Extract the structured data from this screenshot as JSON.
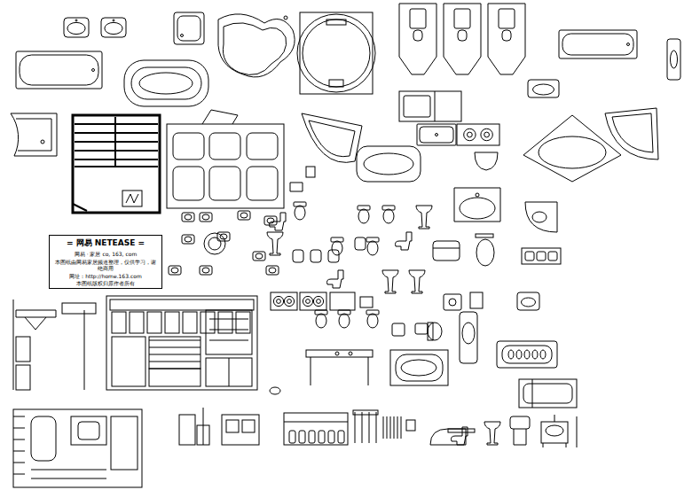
{
  "diagram": {
    "nodes": [
      {
        "text": [
          "= 网易 NETEASE =",
          "网易 · 家居  co, 163, com",
          "本图纸由网易家居频道整理，仅供学习，谢绝商用",
          "网址：http://home.163.com",
          "本图纸版权归原作者所有"
        ]
      }
    ]
  }
}
